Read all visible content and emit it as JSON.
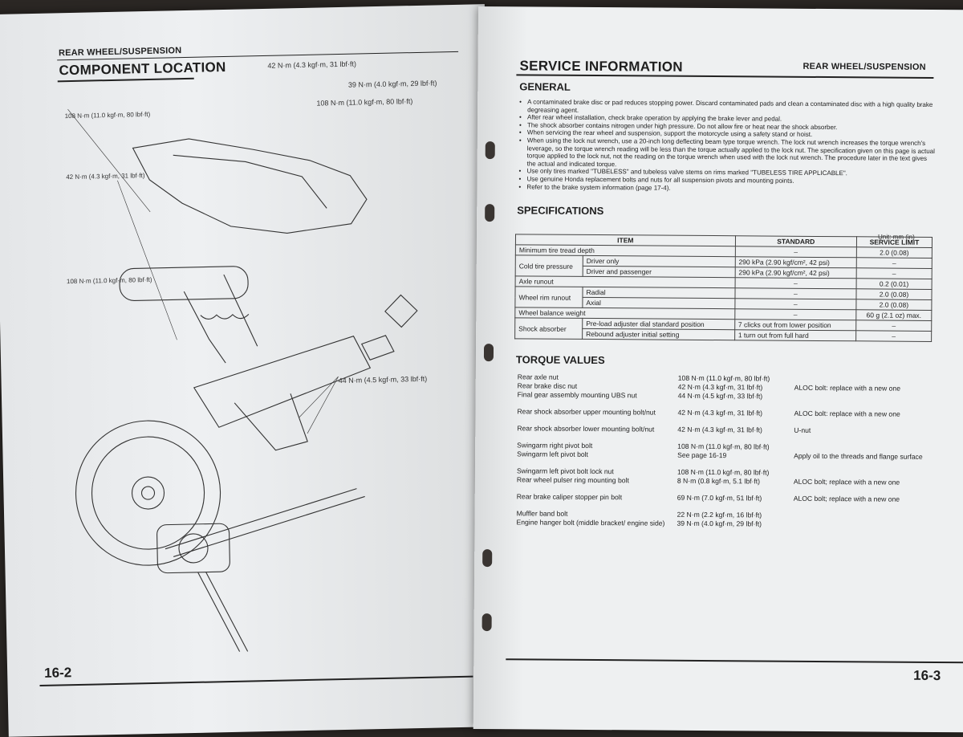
{
  "left": {
    "running_head": "REAR WHEEL/SUSPENSION",
    "title": "COMPONENT LOCATION",
    "page_number": "16-2",
    "torque_labels": [
      "42 N·m (4.3 kgf·m, 31 lbf·ft)",
      "39 N·m (4.0 kgf·m, 29 lbf·ft)",
      "108 N·m (11.0 kgf·m, 80 lbf·ft)",
      "108 N·m (11.0 kgf·m, 80 lbf·ft)",
      "42 N·m (4.3 kgf·m, 31 lbf·ft)",
      "108 N·m (11.0 kgf·m, 80 lbf·ft)",
      "44 N·m (4.5 kgf·m, 33 lbf·ft)"
    ]
  },
  "right": {
    "title": "SERVICE INFORMATION",
    "running_head": "REAR WHEEL/SUSPENSION",
    "page_number": "16-3",
    "general_heading": "GENERAL",
    "general_bullets": [
      "A contaminated brake disc or pad reduces stopping power. Discard contaminated pads and clean a contaminated disc with a high quality brake degreasing agent.",
      "After rear wheel installation, check brake operation by applying the brake lever and pedal.",
      "The shock absorber contains nitrogen under high pressure. Do not allow fire or heat near the shock absorber.",
      "When servicing the rear wheel and suspension, support the motorcycle using a safety stand or hoist.",
      "When using the lock nut wrench, use a 20-inch long deflecting beam type torque wrench. The lock nut wrench increases the torque wrench's leverage, so the torque wrench reading will be less than the torque actually applied to the lock nut. The specification given on this page is actual torque applied to the lock nut, not the reading on the torque wrench when used with the lock nut wrench. The procedure later in the text gives the actual and indicated torque.",
      "Use only tires marked \"TUBELESS\" and tubeless valve stems on rims marked \"TUBELESS TIRE APPLICABLE\".",
      "Use genuine Honda replacement bolts and nuts for all suspension pivots and mounting points.",
      "Refer to the brake system information (page 17-4)."
    ],
    "specs_heading": "SPECIFICATIONS",
    "unit_label": "Unit: mm (in)",
    "spec_headers": [
      "ITEM",
      "STANDARD",
      "SERVICE LIMIT"
    ],
    "spec_rows": [
      [
        "Minimum tire tread depth",
        "",
        "–",
        "2.0 (0.08)"
      ],
      [
        "Cold tire pressure",
        "Driver only",
        "290 kPa (2.90 kgf/cm², 42 psi)",
        "–"
      ],
      [
        "",
        "Driver and passenger",
        "290 kPa (2.90 kgf/cm², 42 psi)",
        "–"
      ],
      [
        "Axle runout",
        "",
        "–",
        "0.2 (0.01)"
      ],
      [
        "Wheel rim runout",
        "Radial",
        "–",
        "2.0 (0.08)"
      ],
      [
        "",
        "Axial",
        "–",
        "2.0 (0.08)"
      ],
      [
        "Wheel balance weight",
        "",
        "–",
        "60 g (2.1 oz) max."
      ],
      [
        "Shock absorber",
        "Pre-load adjuster dial standard position",
        "7 clicks out from lower position",
        "–"
      ],
      [
        "",
        "Rebound adjuster initial setting",
        "1 turn out from full hard",
        "–"
      ]
    ],
    "torque_heading": "TORQUE VALUES",
    "torque_rows": [
      [
        "Rear axle nut",
        "108 N·m (11.0 kgf·m, 80 lbf·ft)",
        ""
      ],
      [
        "Rear brake disc nut",
        "42 N·m (4.3 kgf·m, 31 lbf·ft)",
        "ALOC bolt: replace with a new one"
      ],
      [
        "Final gear assembly mounting UBS nut",
        "44 N·m (4.5 kgf·m, 33 lbf·ft)",
        ""
      ],
      [
        "Rear shock absorber upper mounting bolt/nut",
        "42 N·m (4.3 kgf·m, 31 lbf·ft)",
        "ALOC bolt: replace with a new one"
      ],
      [
        "Rear shock absorber lower mounting bolt/nut",
        "42 N·m (4.3 kgf·m, 31 lbf·ft)",
        "U-nut"
      ],
      [
        "Swingarm right pivot bolt",
        "108 N·m (11.0 kgf·m, 80 lbf·ft)",
        ""
      ],
      [
        "Swingarm left pivot bolt",
        "See page 16-19",
        "Apply oil to the threads and flange surface"
      ],
      [
        "Swingarm left pivot bolt lock nut",
        "108 N·m (11.0 kgf·m, 80 lbf·ft)",
        ""
      ],
      [
        "Rear wheel pulser ring mounting bolt",
        "8 N·m (0.8 kgf·m, 5.1 lbf·ft)",
        "ALOC bolt; replace with a new one"
      ],
      [
        "Rear brake caliper stopper pin bolt",
        "69 N·m (7.0 kgf·m, 51 lbf·ft)",
        "ALOC bolt; replace with a new one"
      ],
      [
        "Muffler band bolt",
        "22 N·m (2.2 kgf·m, 16 lbf·ft)",
        ""
      ],
      [
        "Engine hanger bolt (middle bracket/ engine side)",
        "39 N·m (4.0 kgf·m, 29 lbf·ft)",
        ""
      ]
    ]
  }
}
